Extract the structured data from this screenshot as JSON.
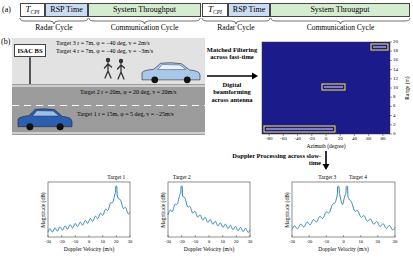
{
  "diagram": {
    "nodes": [
      {
        "text": [
          "T",
          "CPI"
        ]
      },
      {
        "text": [
          "RSP Time"
        ]
      },
      {
        "text": [
          "System Throughput"
        ]
      },
      {
        "text": [
          "T",
          "CPI"
        ]
      },
      {
        "text": [
          "RSP Time"
        ]
      },
      {
        "text": [
          "System Througput"
        ]
      },
      {
        "text": [
          "ISAC BS"
        ]
      }
    ],
    "labels": [
      "(a)",
      "Radar Cycle",
      "Communication Cycle",
      "Radar Cycle",
      "Communication Cycle",
      "(b)",
      "Target 3 r = 7m, φ = −40 deg, v = 2m/s",
      "Target 4 r = 7m, φ = −40 deg, v = −3m/s",
      "Target 2 r = 20m, φ = 20 deg, v = 20m/s",
      "Target 1 r = 15m, φ = 5 deg, v = −25m/s",
      "Matched Filtering across fast-time",
      "Digital beamforming across antenna",
      "Range (m)",
      "20",
      "18",
      "16",
      "14",
      "12",
      "10",
      "8",
      "6",
      "4",
      "2",
      "0",
      "-80",
      "-60",
      "-40",
      "-20",
      "0",
      "20",
      "40",
      "60",
      "80",
      "Azimuth (degree)",
      "Doppler Processing across slow-time",
      "Magnitude (dB)",
      "Magnitude (dB)",
      "Magnitude (dB)",
      "Target 1",
      "Target 2",
      "Target 3",
      "Target 4",
      "Doppler Velocity (m/s)",
      "Doppler Velocity (m/s)",
      "Doppler Velocity (m/s)",
      "-30",
      "-20",
      "-10",
      "0",
      "10",
      "20",
      "30",
      "-30",
      "-20",
      "-10",
      "0",
      "10",
      "20",
      "30",
      "-30",
      "-20",
      "-10",
      "0",
      "10",
      "20",
      "30"
    ]
  }
}
